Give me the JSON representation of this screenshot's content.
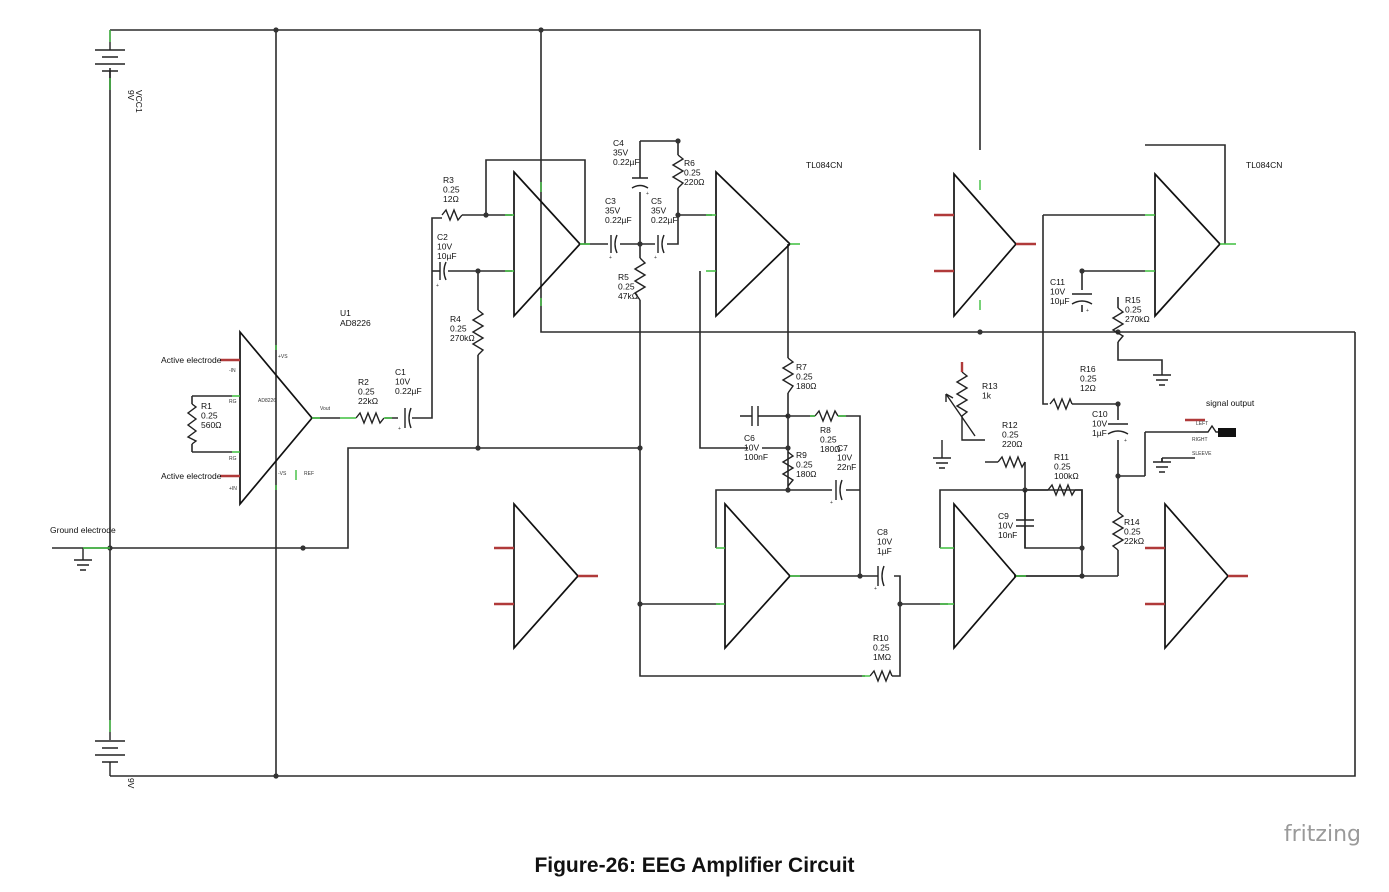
{
  "figure": {
    "caption": "Figure-26: EEG Amplifier Circuit",
    "watermark": "fritzing"
  },
  "power": {
    "top_battery": {
      "label": "VCC1",
      "value": "9V"
    },
    "bottom_battery": {
      "label": "9V"
    }
  },
  "electrodes": {
    "active_top": "Active electrode",
    "active_bottom": "Active electrode",
    "ground": "Ground electrode"
  },
  "ic": {
    "U1": {
      "ref": "U1",
      "part": "AD8226",
      "body_label": "AD8226",
      "pins": {
        "neg_in": "-IN",
        "rg_top": "RG",
        "rg_bottom": "RG",
        "pos_in": "+IN",
        "vs_pos": "+VS",
        "vs_neg": "-VS",
        "vout": "Vout",
        "ref": "REF"
      }
    },
    "opamp_left": {
      "part": "TL084CN"
    },
    "opamp_right": {
      "part": "TL084CN"
    }
  },
  "components": {
    "R1": {
      "ref": "R1",
      "lines": [
        "0.25",
        "560Ω"
      ]
    },
    "R2": {
      "ref": "R2",
      "lines": [
        "0.25",
        "22kΩ"
      ]
    },
    "C1": {
      "ref": "C1",
      "lines": [
        "10V",
        "0.22µF"
      ]
    },
    "R3": {
      "ref": "R3",
      "lines": [
        "0.25",
        "12Ω"
      ]
    },
    "C2": {
      "ref": "C2",
      "lines": [
        "10V",
        "10µF"
      ]
    },
    "R4": {
      "ref": "R4",
      "lines": [
        "0.25",
        "270kΩ"
      ]
    },
    "C4": {
      "ref": "C4",
      "lines": [
        "35V",
        "0.22µF"
      ]
    },
    "R6": {
      "ref": "R6",
      "lines": [
        "0.25",
        "220Ω"
      ]
    },
    "C3": {
      "ref": "C3",
      "lines": [
        "35V",
        "0.22µF"
      ]
    },
    "C5": {
      "ref": "C5",
      "lines": [
        "35V",
        "0.22µF"
      ]
    },
    "R5": {
      "ref": "R5",
      "lines": [
        "0.25",
        "47kΩ"
      ]
    },
    "R7": {
      "ref": "R7",
      "lines": [
        "0.25",
        "180Ω"
      ]
    },
    "C6": {
      "ref": "C6",
      "lines": [
        "10V",
        "100nF"
      ]
    },
    "R8": {
      "ref": "R8",
      "lines": [
        "0.25",
        "180Ω"
      ]
    },
    "R9": {
      "ref": "R9",
      "lines": [
        "0.25",
        "180Ω"
      ]
    },
    "C7": {
      "ref": "C7",
      "lines": [
        "10V",
        "22nF"
      ]
    },
    "C8": {
      "ref": "C8",
      "lines": [
        "10V",
        "1µF"
      ]
    },
    "R10": {
      "ref": "R10",
      "lines": [
        "0.25",
        "1MΩ"
      ]
    },
    "R13": {
      "ref": "R13",
      "lines": [
        "1k"
      ]
    },
    "R12": {
      "ref": "R12",
      "lines": [
        "0.25",
        "220Ω"
      ]
    },
    "R11": {
      "ref": "R11",
      "lines": [
        "0.25",
        "100kΩ"
      ]
    },
    "C9": {
      "ref": "C9",
      "lines": [
        "10V",
        "10nF"
      ]
    },
    "C11": {
      "ref": "C11",
      "lines": [
        "10V",
        "10µF"
      ]
    },
    "R15": {
      "ref": "R15",
      "lines": [
        "0.25",
        "270kΩ"
      ]
    },
    "R16": {
      "ref": "R16",
      "lines": [
        "0.25",
        "12Ω"
      ]
    },
    "C10": {
      "ref": "C10",
      "lines": [
        "10V",
        "1µF"
      ]
    },
    "R14": {
      "ref": "R14",
      "lines": [
        "0.25",
        "22kΩ"
      ]
    }
  },
  "jack": {
    "label": "signal output",
    "pins": {
      "left": "LEFT",
      "right": "RIGHT",
      "sleeve": "SLEEVE"
    }
  }
}
